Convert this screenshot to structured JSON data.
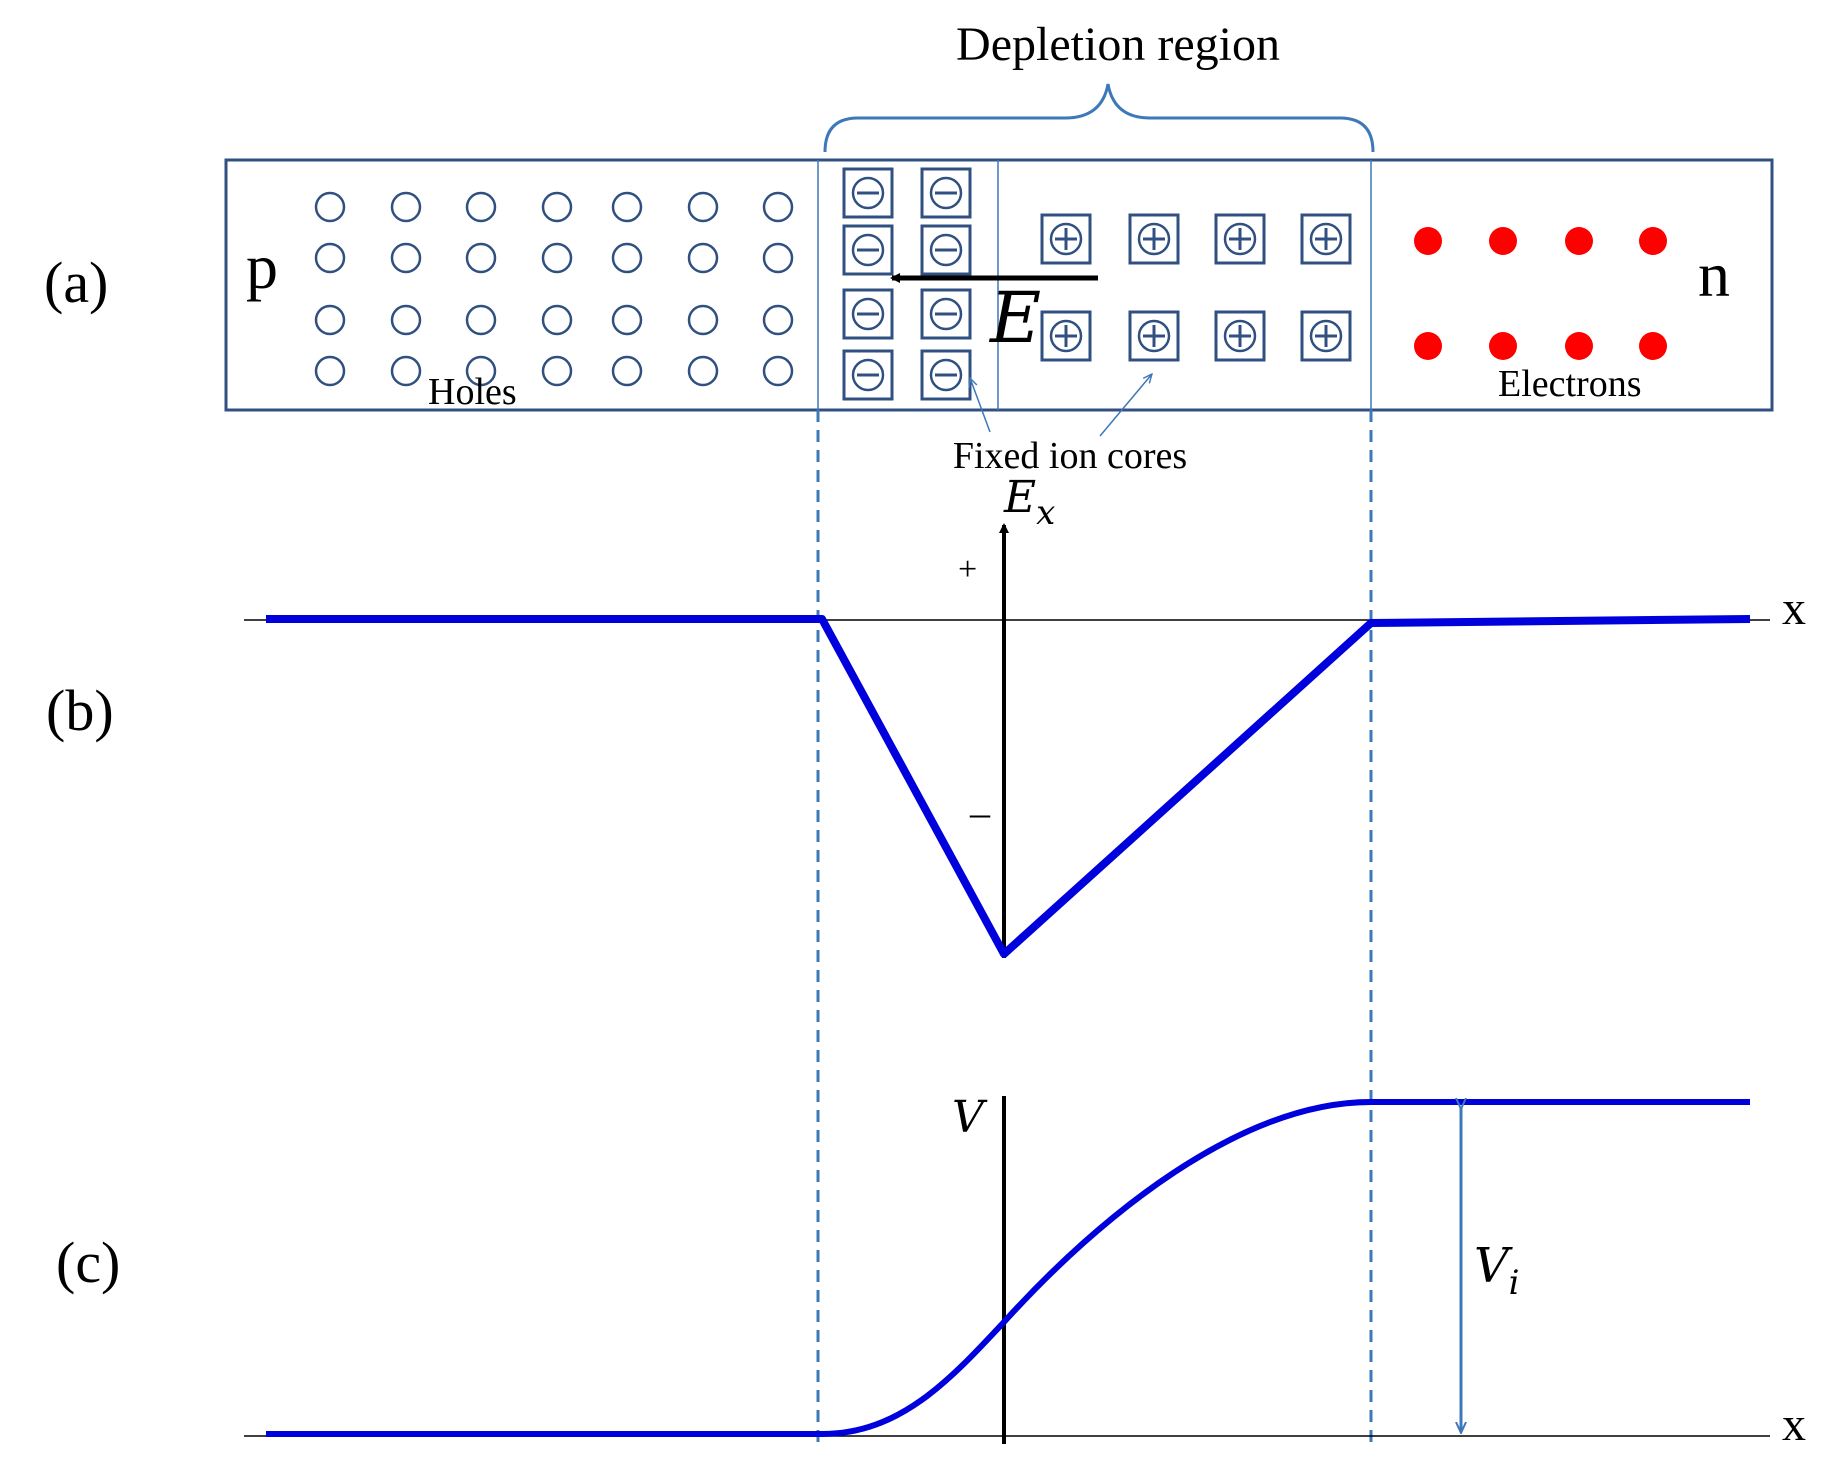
{
  "labels": {
    "depletion_region": "Depletion region",
    "panel_a": "(a)",
    "panel_b": "(b)",
    "panel_c": "(c)",
    "p_side": "p",
    "n_side": "n",
    "holes": "Holes",
    "electrons": "Electrons",
    "fixed_ion_cores": "Fixed ion cores",
    "field_E": "E",
    "ex_axis": "E",
    "ex_sub": "x",
    "plus": "+",
    "minus": "–",
    "x_axis_b": "x",
    "x_axis_c": "x",
    "v_axis": "V",
    "vi_label": "V",
    "vi_sub": "i"
  },
  "colors": {
    "frame": "#2f5080",
    "ion_border": "#2f5080",
    "hole_stroke": "#2f5080",
    "electron_fill": "#ff0000",
    "curve": "#0000dd",
    "guide": "#3d78b8",
    "axis": "#000000"
  },
  "icons": {
    "hole": "open-circle",
    "electron": "filled-circle",
    "negative_ion": "boxed-minus",
    "positive_ion": "boxed-plus",
    "field_arrow": "left-arrow"
  }
}
